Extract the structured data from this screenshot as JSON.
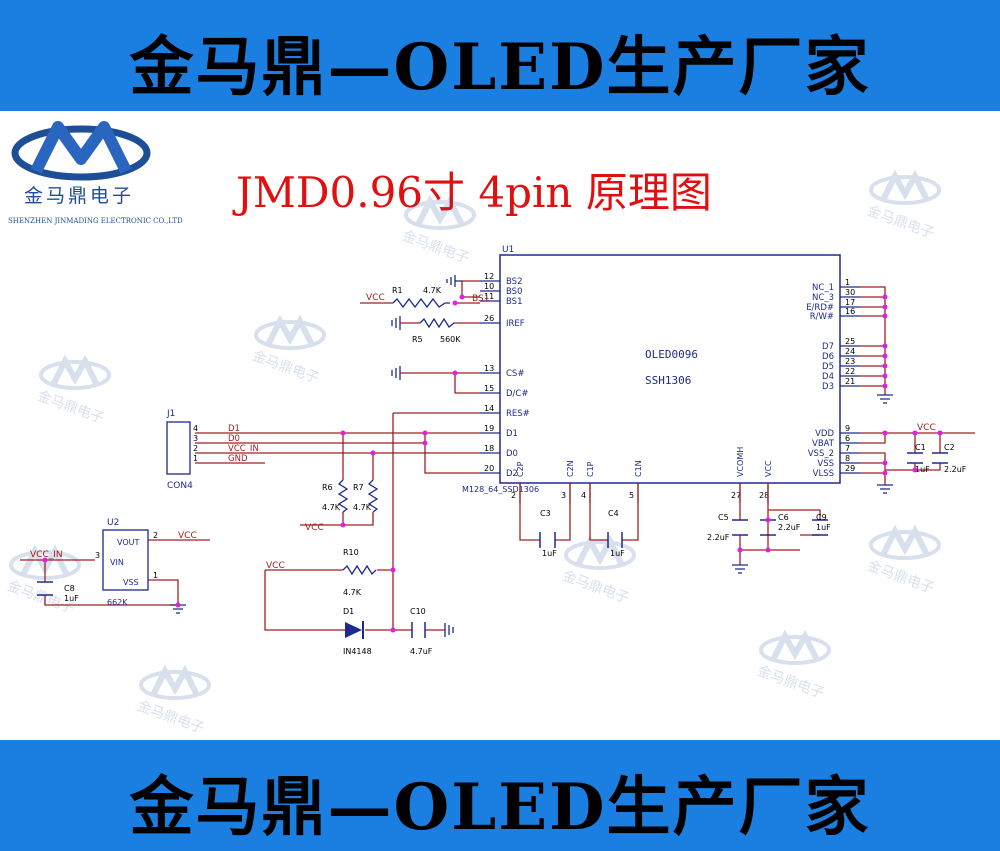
{
  "banner": {
    "text": "金马鼎—OLED生产厂家"
  },
  "logo": {
    "cn": "金马鼎电子",
    "en": "SHENZHEN JINMADING ELECTRONIC CO.,LTD",
    "watermark_cn": "金马鼎电子"
  },
  "title": "JMD0.96寸 4pin 原理图",
  "u1": {
    "ref": "U1",
    "label1": "OLED0096",
    "label2": "SSH1306",
    "part": "M128_64_SSD1306",
    "left_pins": [
      {
        "num": "12",
        "name": "BS2"
      },
      {
        "num": "10",
        "name": "BS0"
      },
      {
        "num": "11",
        "name": "BS1"
      },
      {
        "num": "26",
        "name": "IREF"
      },
      {
        "num": "13",
        "name": "CS#"
      },
      {
        "num": "15",
        "name": "D/C#"
      },
      {
        "num": "14",
        "name": "RES#"
      },
      {
        "num": "19",
        "name": "D1"
      },
      {
        "num": "18",
        "name": "D0"
      },
      {
        "num": "20",
        "name": "D2"
      }
    ],
    "right_pins": [
      {
        "num": "1",
        "name": "NC_1"
      },
      {
        "num": "30",
        "name": "NC_3"
      },
      {
        "num": "17",
        "name": "E/RD#"
      },
      {
        "num": "16",
        "name": "R/W#"
      },
      {
        "num": "25",
        "name": "D7"
      },
      {
        "num": "24",
        "name": "D6"
      },
      {
        "num": "23",
        "name": "D5"
      },
      {
        "num": "22",
        "name": "D4"
      },
      {
        "num": "21",
        "name": "D3"
      },
      {
        "num": "9",
        "name": "VDD"
      },
      {
        "num": "6",
        "name": "VBAT"
      },
      {
        "num": "7",
        "name": "VSS_2"
      },
      {
        "num": "8",
        "name": "VSS"
      },
      {
        "num": "29",
        "name": "VLSS"
      }
    ],
    "bottom_pins": [
      {
        "num": "2",
        "name": "C2P"
      },
      {
        "num": "3",
        "name": "C2N"
      },
      {
        "num": "4",
        "name": "C1P"
      },
      {
        "num": "5",
        "name": "C1N"
      },
      {
        "num": "27",
        "name": "VCOMH"
      },
      {
        "num": "28",
        "name": "VCC"
      }
    ]
  },
  "j1": {
    "ref": "J1",
    "part": "CON4",
    "pins": [
      {
        "num": "4",
        "net": "D1"
      },
      {
        "num": "3",
        "net": "D0"
      },
      {
        "num": "2",
        "net": "VCC_IN"
      },
      {
        "num": "1",
        "net": "GND"
      }
    ]
  },
  "u2": {
    "ref": "U2",
    "part": "662K",
    "vout": "VOUT",
    "vin": "VIN",
    "vss": "VSS",
    "p2": "2",
    "p3": "3",
    "p1": "1"
  },
  "nets": {
    "vcc": "VCC",
    "vcc_in": "VCC_IN",
    "bs1": "BS1"
  },
  "resistors": [
    {
      "ref": "R1",
      "value": "4.7K"
    },
    {
      "ref": "R5",
      "value": "560K"
    },
    {
      "ref": "R6",
      "value": "4.7K"
    },
    {
      "ref": "R7",
      "value": "4.7K"
    },
    {
      "ref": "R10",
      "value": "4.7K"
    }
  ],
  "capacitors": [
    {
      "ref": "C1",
      "value": "1uF"
    },
    {
      "ref": "C2",
      "value": "2.2uF"
    },
    {
      "ref": "C3",
      "value": "1uF"
    },
    {
      "ref": "C4",
      "value": "1uF"
    },
    {
      "ref": "C5",
      "value": "2.2uF"
    },
    {
      "ref": "C6",
      "value": "2.2uF"
    },
    {
      "ref": "C8",
      "value": "1uF"
    },
    {
      "ref": "C9",
      "value": "1uF"
    },
    {
      "ref": "C10",
      "value": "4.7uF"
    }
  ],
  "diode": {
    "ref": "D1",
    "value": "IN4148"
  },
  "colors": {
    "banner": "#1a7fe0",
    "title": "#e01010",
    "wire": "#a02020",
    "component": "#1e2a8c",
    "junction": "#e020e0",
    "logo": "#1e4f96"
  }
}
